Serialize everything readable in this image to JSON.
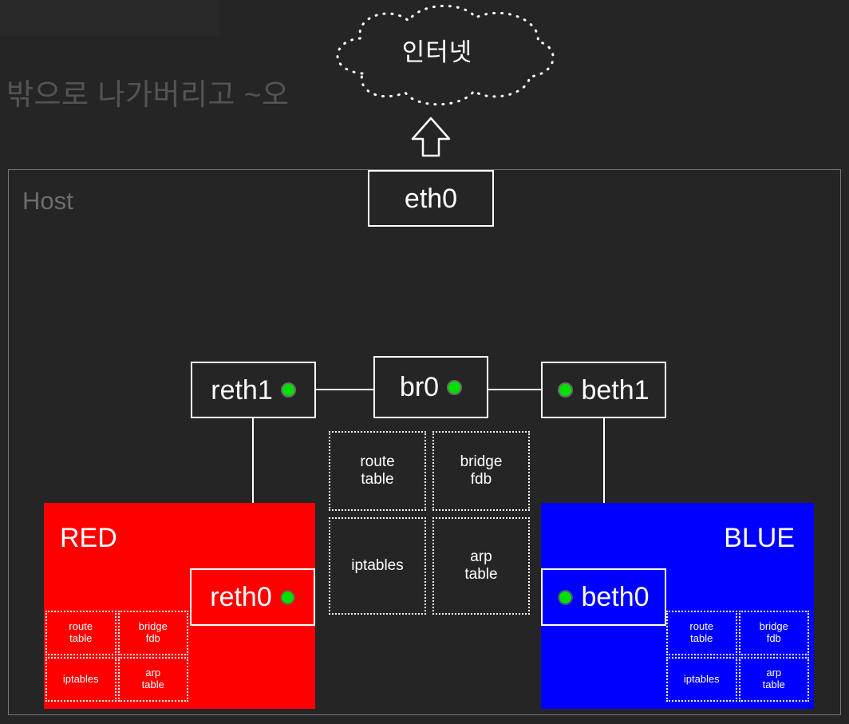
{
  "diagram": {
    "caption_ko": "밖으로 나가버리고 ~오",
    "host_label": "Host",
    "cloud": {
      "label": "인터넷",
      "icon": "cloud-dotted"
    },
    "arrow": {
      "icon": "arrow-up",
      "direction": "up"
    },
    "interfaces": [
      {
        "id": "eth0",
        "label": "eth0",
        "has_dot": false,
        "dot_side": "none"
      },
      {
        "id": "reth1",
        "label": "reth1",
        "has_dot": true,
        "dot_side": "right"
      },
      {
        "id": "br0",
        "label": "br0",
        "has_dot": true,
        "dot_side": "right"
      },
      {
        "id": "beth1",
        "label": "beth1",
        "has_dot": true,
        "dot_side": "left"
      },
      {
        "id": "reth0",
        "label": "reth0",
        "has_dot": true,
        "dot_side": "right"
      },
      {
        "id": "beth0",
        "label": "beth0",
        "has_dot": true,
        "dot_side": "left"
      }
    ],
    "host_tables": [
      {
        "id": "route-table",
        "label": "route\ntable"
      },
      {
        "id": "bridge-fdb",
        "label": "bridge\nfdb"
      },
      {
        "id": "iptables",
        "label": "iptables"
      },
      {
        "id": "arp-table",
        "label": "arp\ntable"
      }
    ],
    "namespaces": [
      {
        "id": "red",
        "label": "RED",
        "color": "#ff0000",
        "tables": [
          {
            "id": "route-table",
            "label": "route\ntable"
          },
          {
            "id": "bridge-fdb",
            "label": "bridge\nfdb"
          },
          {
            "id": "iptables",
            "label": "iptables"
          },
          {
            "id": "arp-table",
            "label": "arp\ntable"
          }
        ]
      },
      {
        "id": "blue",
        "label": "BLUE",
        "color": "#0000ff",
        "tables": [
          {
            "id": "route-table",
            "label": "route\ntable"
          },
          {
            "id": "bridge-fdb",
            "label": "bridge\nfdb"
          },
          {
            "id": "iptables",
            "label": "iptables"
          },
          {
            "id": "arp-table",
            "label": "arp\ntable"
          }
        ]
      }
    ],
    "colors": {
      "background": "#252525",
      "ghost_panel": "#282828",
      "stroke": "#ffffff",
      "host_border": "#777777",
      "host_label": "#6d6d6d",
      "caption": "#545454",
      "link_dot": "#00e000",
      "red": "#ff0000",
      "blue": "#0000ff"
    }
  }
}
